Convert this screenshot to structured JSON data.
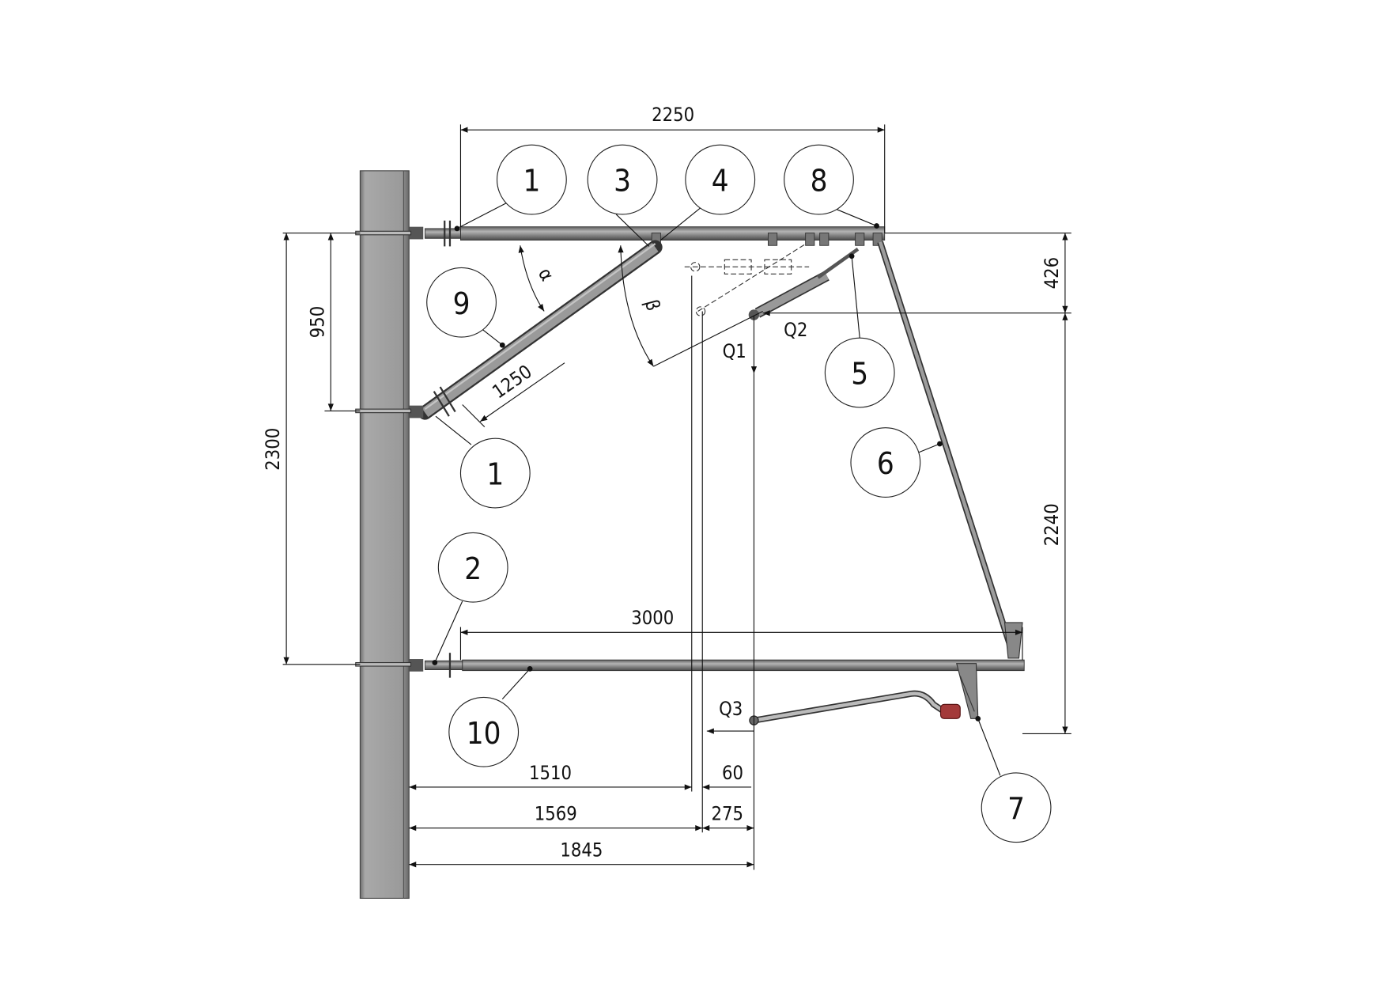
{
  "drawing": {
    "balloons": [
      "1",
      "3",
      "4",
      "8",
      "9",
      "5",
      "6",
      "1",
      "2",
      "10",
      "7"
    ],
    "dimensions": {
      "top_span": "2250",
      "upper_drop": "426",
      "lower_height": "2240",
      "bracket_spacing": "950",
      "mount_spacing": "2300",
      "strut_length": "1250",
      "tube_span": "3000",
      "d1510": "1510",
      "d60": "60",
      "d1569": "1569",
      "d275": "275",
      "d1845": "1845"
    },
    "loads": {
      "q1": "Q1",
      "q2": "Q2",
      "q3": "Q3"
    },
    "angles": {
      "alpha": "α",
      "beta": "β"
    },
    "colors": {
      "steel": "#8c8c8c",
      "insulator": "#a33a3a"
    }
  }
}
